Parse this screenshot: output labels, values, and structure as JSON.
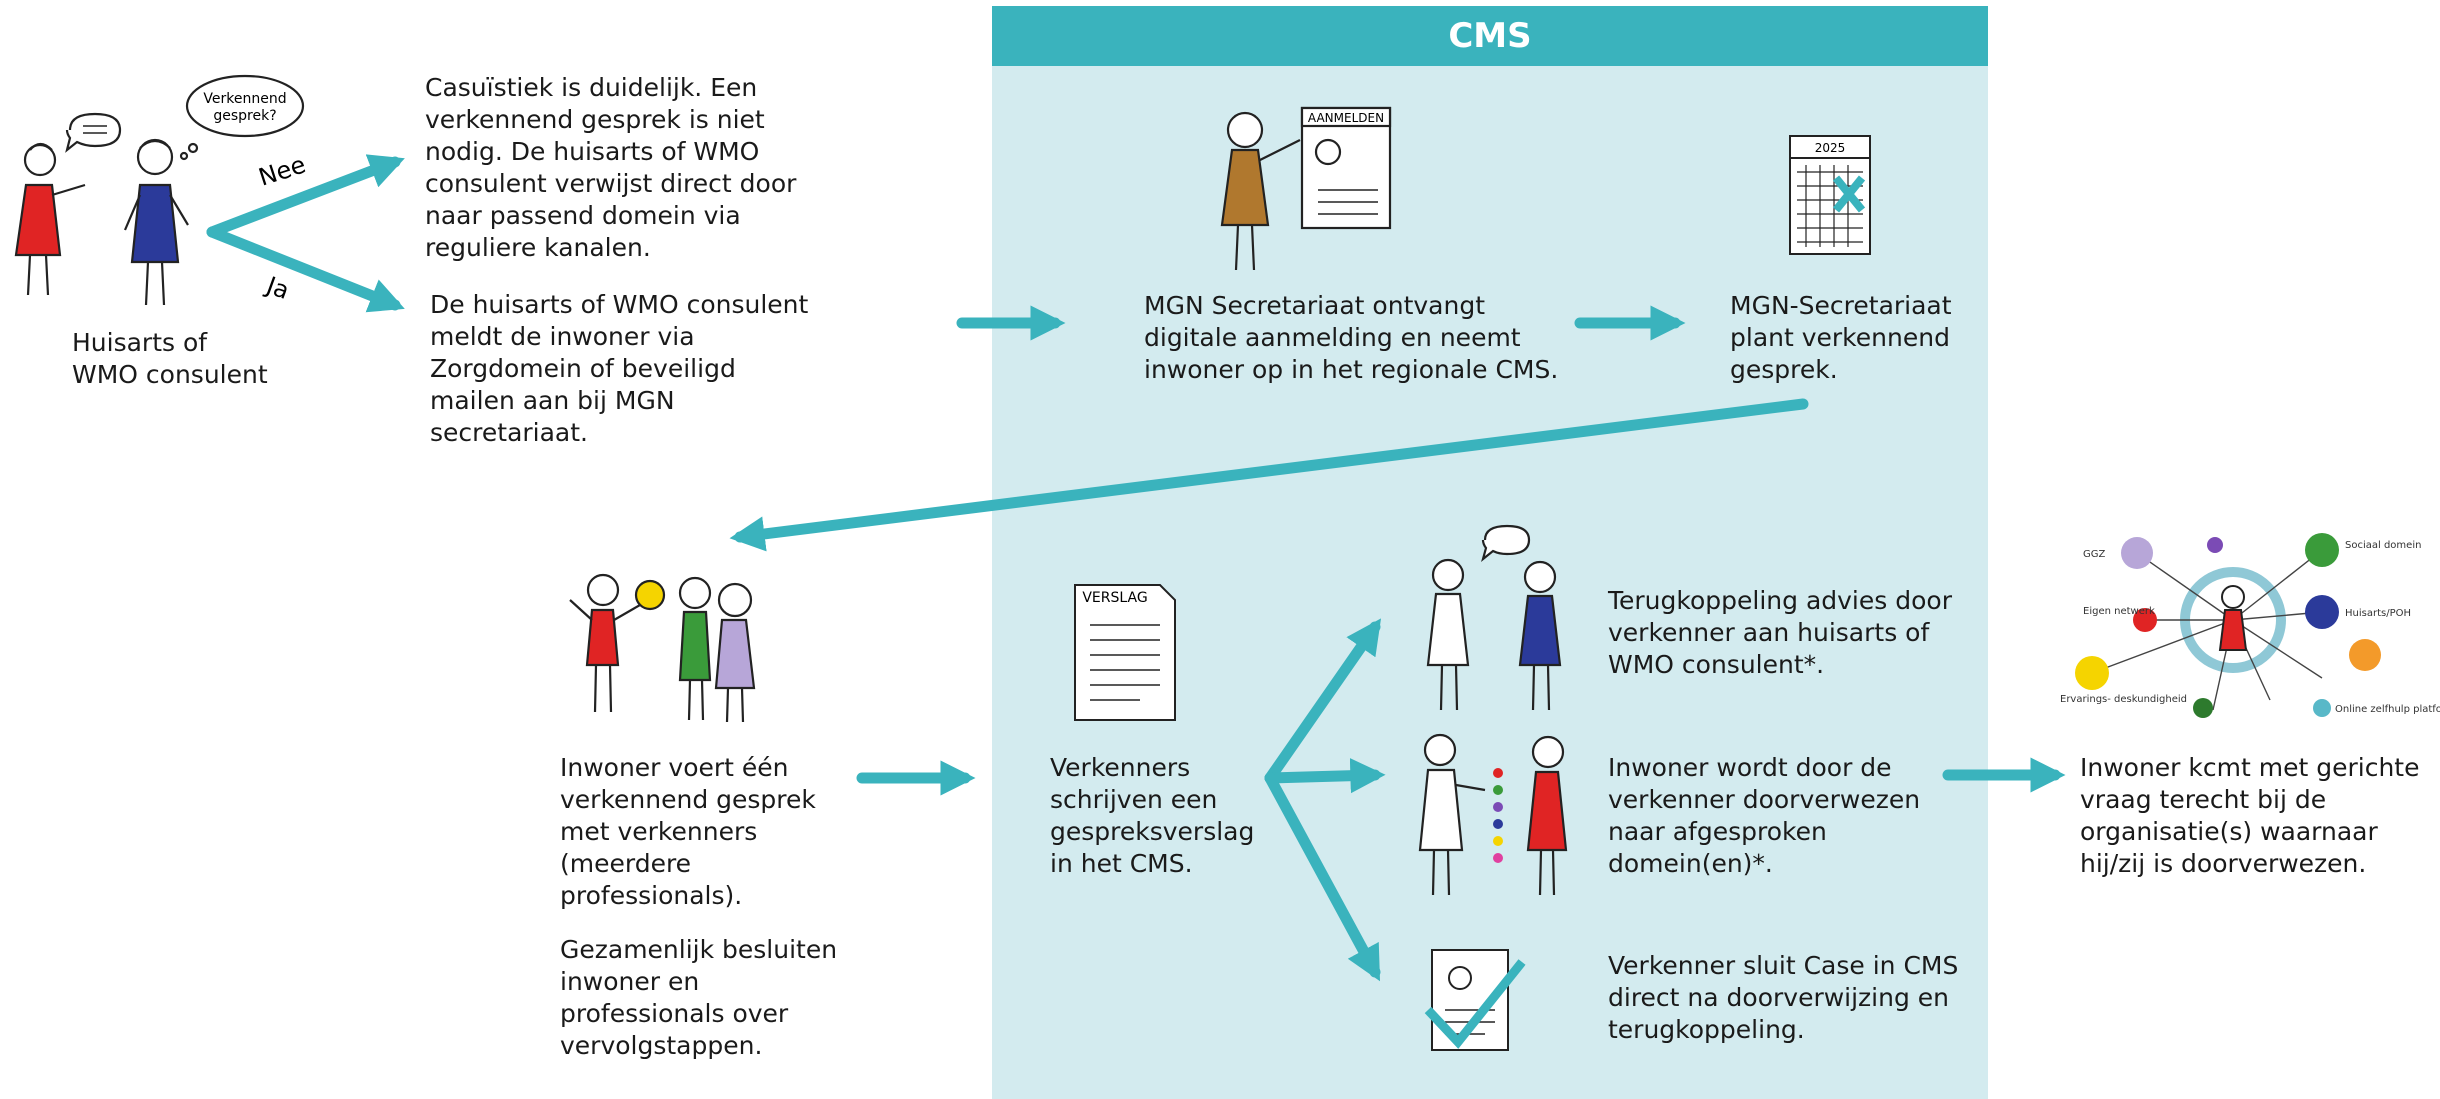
{
  "header": {
    "title": "CMS"
  },
  "bubble": {
    "line1": "Verkennend",
    "line2": "gesprek?"
  },
  "labels": {
    "nee": "Nee",
    "ja": "Ja"
  },
  "card_labels": {
    "aanmelden": "AANMELDEN",
    "year": "2025",
    "verslag": "VERSLAG"
  },
  "network_labels": {
    "ggz": "GGZ",
    "sociaal": "Sociaal domein",
    "eigen": "Eigen netwerk",
    "huisarts": "Huisarts/POH",
    "ervaring": "Ervarings- deskundigheid",
    "online": "Online zelfhulp platform"
  },
  "texts": {
    "huisarts": "Huisarts of\nWMO consulent",
    "nee_text": "Casuïstiek is duidelijk. Een\nverkennend gesprek is niet\nnodig. De huisarts of WMO\nconsulent verwijst direct door\nnaar passend domein via\nreguliere kanalen.",
    "ja_text": "De huisarts of WMO consulent\nmeldt de inwoner via\nZorgdomein of beveiligd\nmailen aan bij MGN\nsecretariaat.",
    "mgn_ontvangt": "MGN Secretariaat ontvangt\ndigitale aanmelding en neemt\ninwoner op in het regionale CMS.",
    "mgn_plant": "MGN-Secretariaat\nplant verkennend\ngesprek.",
    "inwoner_gesprek": "Inwoner voert één\nverkennend gesprek\nmet verkenners\n(meerdere\nprofessionals).",
    "gezamenlijk": "Gezamenlijk besluiten\ninwoner en\nprofessionals over\nvervolgstappen.",
    "verkenners_schrijven": "Verkenners\nschrijven een\ngespreksverslag\nin het CMS.",
    "terugkoppeling": "Terugkoppeling advies door\nverkenner aan huisarts of\nWMO consulent*.",
    "doorverwezen": "Inwoner wordt door de\nverkenner doorverwezen\nnaar afgesproken\ndomein(en)*.",
    "sluit_case": "Verkenner sluit Case in CMS\ndirect na doorverwijzing en\nterugkoppeling.",
    "komt_met": "Inwoner kcmt met gerichte\nvraag terecht bij de\norganisatie(s) waarnaar\nhij/zij is doorverwezen."
  },
  "colors": {
    "teal": "#3ab3bd",
    "cms_bg": "#d3ebef",
    "red": "#e02424",
    "blue": "#2b3a9a",
    "green": "#3a9b3a",
    "purple": "#b7a6d8",
    "brown": "#b0782e"
  }
}
